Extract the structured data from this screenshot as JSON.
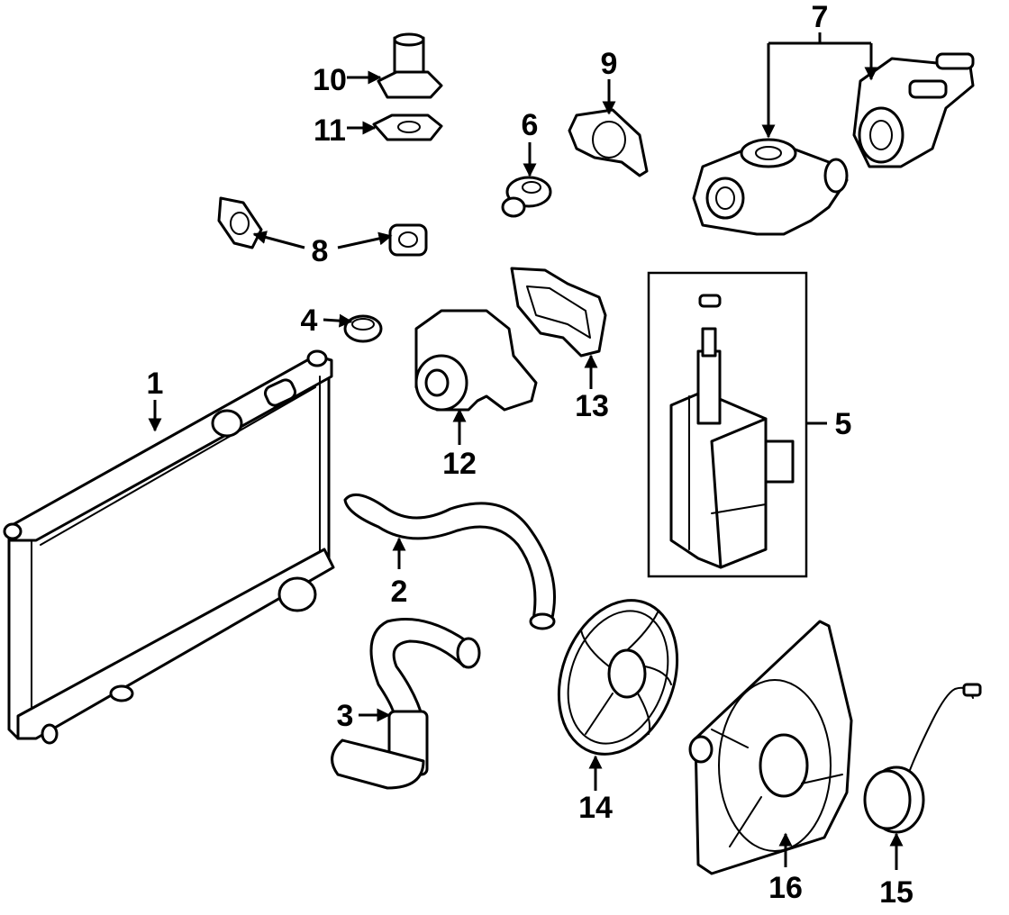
{
  "callouts": [
    {
      "id": "1",
      "text": "1"
    },
    {
      "id": "2",
      "text": "2"
    },
    {
      "id": "3",
      "text": "3"
    },
    {
      "id": "4",
      "text": "4"
    },
    {
      "id": "5",
      "text": "5"
    },
    {
      "id": "6",
      "text": "6"
    },
    {
      "id": "7",
      "text": "7"
    },
    {
      "id": "8",
      "text": "8"
    },
    {
      "id": "9",
      "text": "9"
    },
    {
      "id": "10",
      "text": "10"
    },
    {
      "id": "11",
      "text": "11"
    },
    {
      "id": "12",
      "text": "12"
    },
    {
      "id": "13",
      "text": "13"
    },
    {
      "id": "14",
      "text": "14"
    },
    {
      "id": "15",
      "text": "15"
    },
    {
      "id": "16",
      "text": "16"
    }
  ],
  "colors": {
    "ink": "#000000",
    "paper": "#ffffff"
  }
}
